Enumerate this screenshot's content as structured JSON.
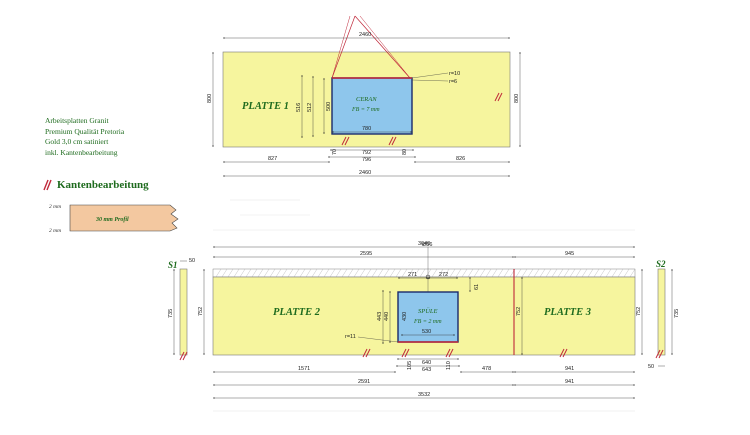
{
  "material_notes": [
    "Arbeitsplatten Granit",
    "Premium Qualität Pretoria",
    "Gold 3,0 cm satiniert",
    "inkl. Kantenbearbeitung"
  ],
  "edge_section": {
    "title": "Kantenbearbeitung",
    "profile_label": "30 mm Profil",
    "top_mm": "2 mm",
    "bottom_mm": "2 mm"
  },
  "platte1": {
    "label": "PLATTE 1",
    "cutout_name": "CERAN",
    "cutout_spec": "FB = 7 mm",
    "dims": {
      "top_width": "2460",
      "left_height": "800",
      "right_height": "800",
      "cut_h_outer": "516",
      "cut_h_mid": "512",
      "cut_h_inner": "500",
      "cut_w_inner": "780",
      "cut_w_mid": "792",
      "cut_w_outer": "796",
      "gap_left": "70",
      "gap_right": "80",
      "left_off": "827",
      "right_off": "826",
      "bottom_width": "2460",
      "radius_a": "r=10",
      "radius_b": "r=6"
    }
  },
  "platte2": {
    "label": "PLATTE 2",
    "cutout_name": "SPÜLE",
    "cutout_spec": "FB = 2 mm",
    "dims": {
      "total_top": "3640",
      "left_top": "2595",
      "right_top": "945",
      "tap_dia": "Ø36",
      "tap_left": "271",
      "tap_right": "272",
      "tap_down": "61",
      "h_left": "752",
      "cut_h_outer": "443",
      "cut_h_mid": "440",
      "cut_h_inner": "430",
      "cut_w": "530",
      "radius": "r=11",
      "w_640": "640",
      "w_643": "643",
      "gap_105": "105",
      "gap_110": "110",
      "bottom_left": "1571",
      "bottom_mid": "478",
      "bottom_right": "941",
      "sum_left": "2591",
      "sum_right": "941",
      "total_bottom": "3532"
    }
  },
  "platte3": {
    "label": "PLATTE 3",
    "dims": {
      "h_left": "752",
      "h_right": "752"
    }
  },
  "strip_s1": {
    "label": "S1",
    "width": "50",
    "height": "735"
  },
  "strip_s2": {
    "label": "S2",
    "width": "50",
    "height": "735"
  },
  "colors": {
    "slab": "#f6f59e",
    "cutout": "#8ec6ec",
    "edge_red": "#c0283a",
    "text_green": "#1e6b1e",
    "wood": "#f3c8a0"
  }
}
